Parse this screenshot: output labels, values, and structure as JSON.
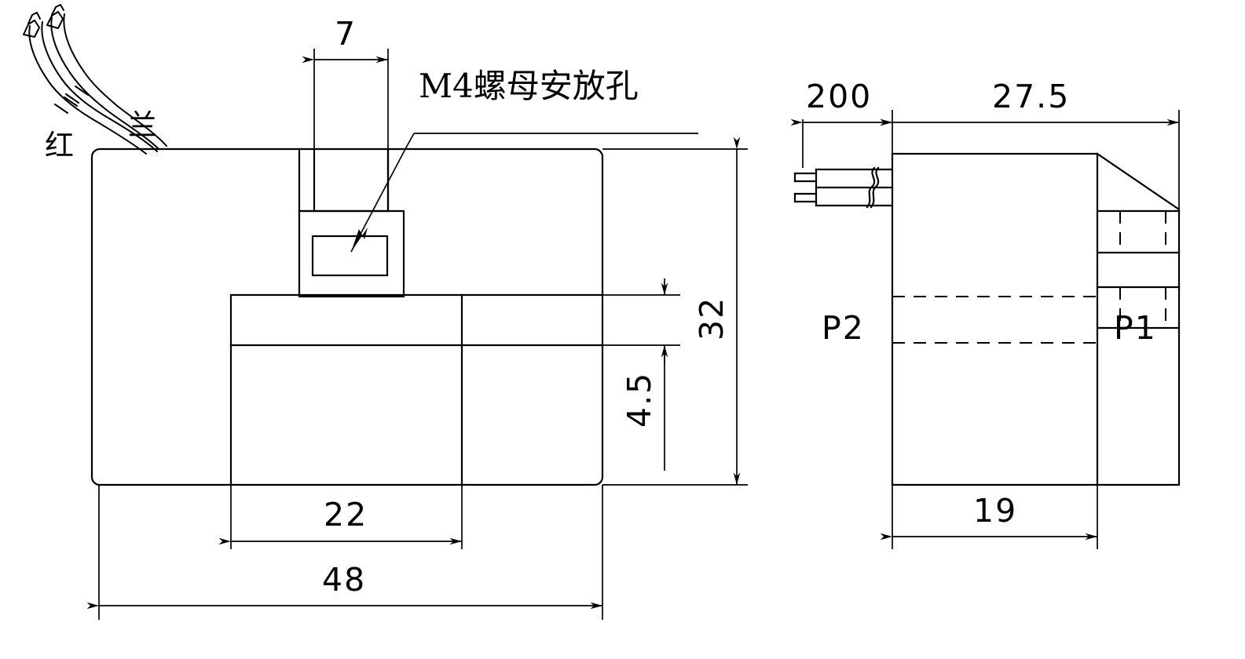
{
  "drawing": {
    "title": "Solenoid coil outline drawing",
    "background_color": "#ffffff",
    "line_color": "#000000"
  },
  "annotations": {
    "nut_hole_note": "M4螺母安放孔",
    "wire_red_label": "红",
    "wire_blue_label": "兰"
  },
  "front_view": {
    "name": "front-view",
    "dimensions": {
      "slot_width": "7",
      "flange_width": "22",
      "body_width": "48",
      "body_height": "32",
      "flange_offset": "4.5"
    }
  },
  "side_view": {
    "name": "side-view",
    "dimensions": {
      "lead_length": "200",
      "body_depth": "27.5",
      "body_width": "19"
    },
    "ports": {
      "left": "P2",
      "right": "P1"
    }
  },
  "icons": {
    "arrow": "dimension-arrow-icon",
    "break": "wire-break-symbol-icon",
    "hidden_line": "hidden-line-icon"
  }
}
